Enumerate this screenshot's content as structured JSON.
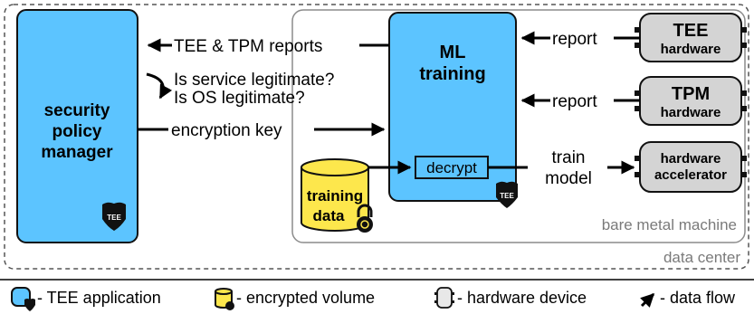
{
  "colors": {
    "tee_blue": "#5cc4ff",
    "volume_yellow": "#fde74c",
    "device_grey": "#d4d4d4",
    "border_grey": "#8c8c8c",
    "shield_black": "#111111"
  },
  "containers": {
    "data_center_label": "data center",
    "bare_metal_label": "bare metal machine"
  },
  "nodes": {
    "security_manager": {
      "line1": "security",
      "line2": "policy",
      "line3": "manager",
      "badge": "TEE"
    },
    "ml_training": {
      "line1": "ML",
      "line2": "training",
      "badge": "TEE"
    },
    "decrypt": "decrypt",
    "training_data": {
      "line1": "training",
      "line2": "data"
    },
    "tee_hw": {
      "line1": "TEE",
      "line2": "hardware"
    },
    "tpm_hw": {
      "line1": "TPM",
      "line2": "hardware"
    },
    "accel_hw": {
      "line1": "hardware",
      "line2": "accelerator"
    }
  },
  "flows": {
    "reports": "TEE & TPM reports",
    "q_service": "Is service legitimate?",
    "q_os": "Is OS legitimate?",
    "key": "encryption key",
    "report1": "report",
    "report2": "report",
    "train1": "train",
    "train2": "model"
  },
  "legend": {
    "tee_app": "- TEE application",
    "enc_volume": "- encrypted volume",
    "hw_device": "- hardware device",
    "data_flow": "- data flow"
  },
  "icons": [
    "shield-icon",
    "padlock-icon",
    "cylinder-icon",
    "arrow-icon"
  ]
}
